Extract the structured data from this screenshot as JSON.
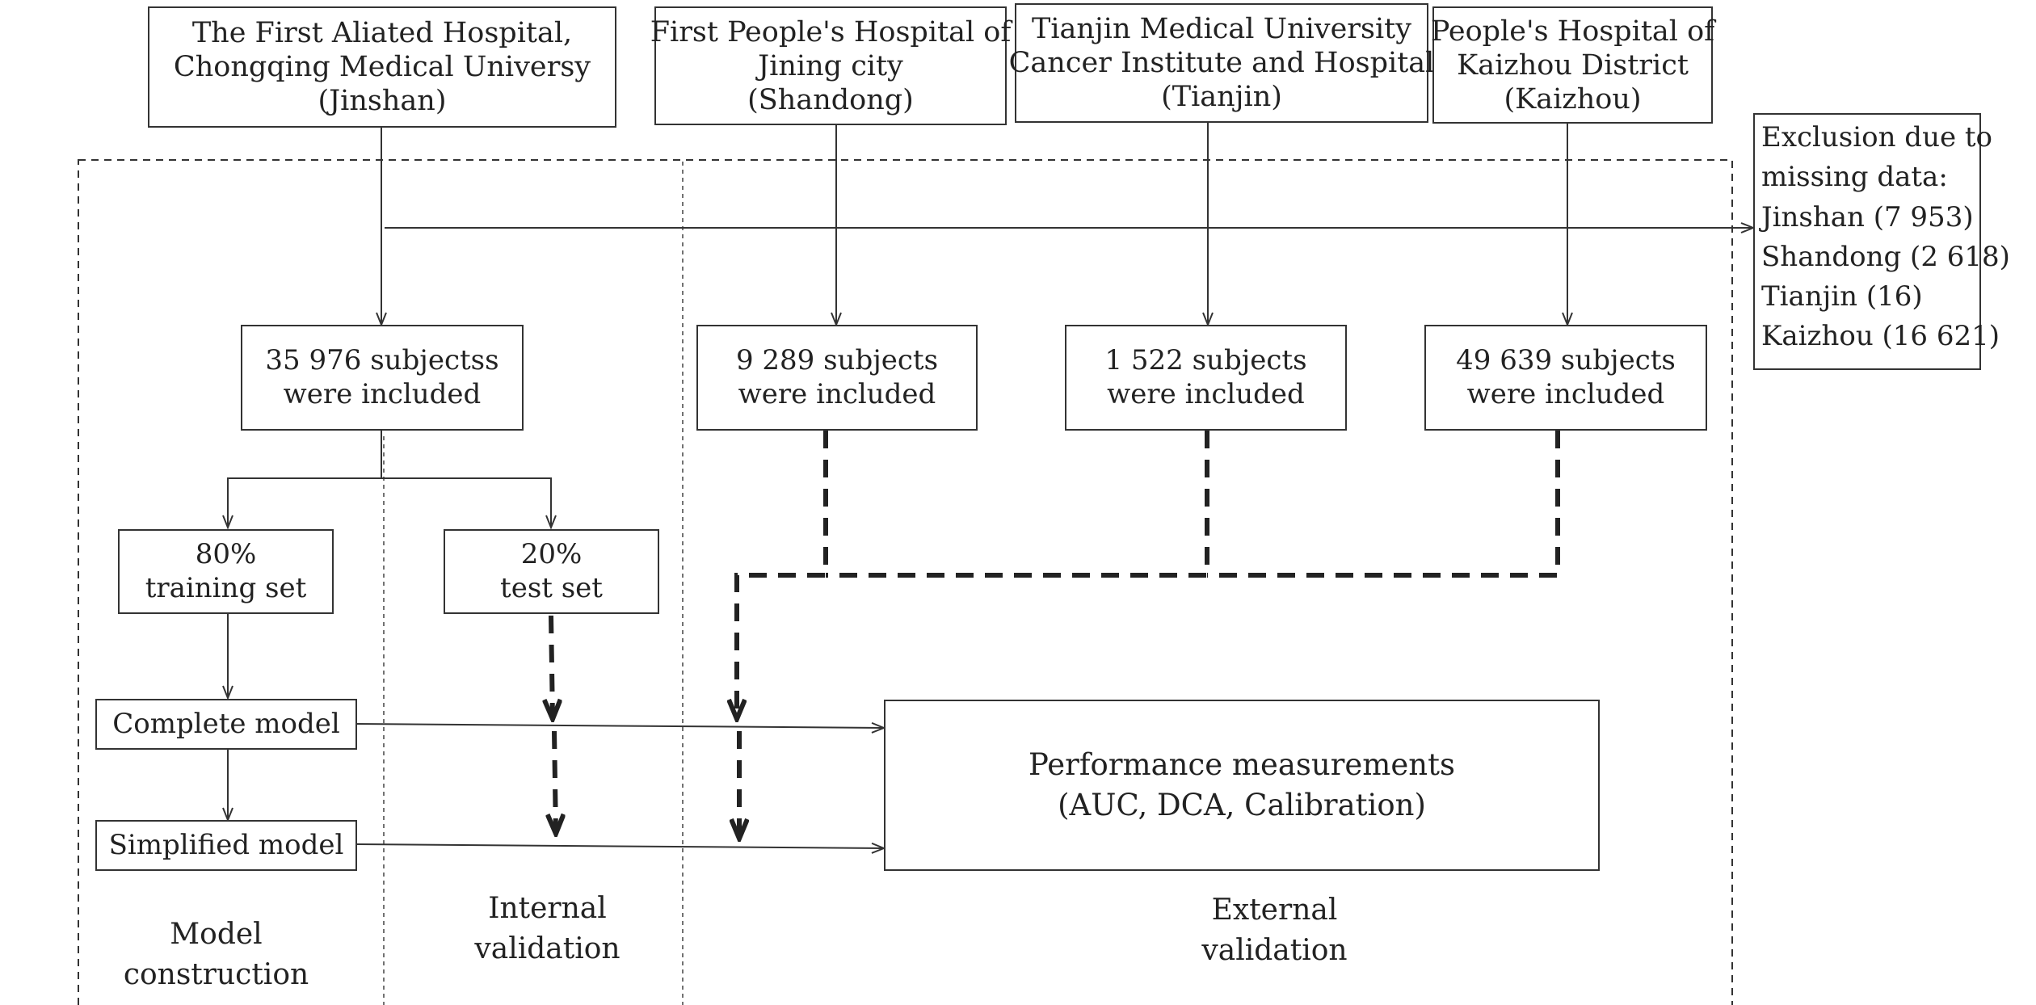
{
  "hospitals": [
    {
      "lines": [
        "The First Aliated Hospital,",
        "Chongqing Medical Universy",
        "(Jinshan)"
      ]
    },
    {
      "lines": [
        "First People's Hospital of",
        "Jining city",
        "(Shandong)"
      ]
    },
    {
      "lines": [
        "Tianjin Medical University",
        "Cancer Institute and Hospital",
        "(Tianjin)"
      ]
    },
    {
      "lines": [
        "People's Hospital of",
        "Kaizhou District",
        "(Kaizhou)"
      ]
    }
  ],
  "exclusion": {
    "lines": [
      "Exclusion due to",
      "missing data:",
      "Jinshan (7 953)",
      "Shandong (2 618)",
      "Tianjin (16)",
      "Kaizhou (16 621)"
    ]
  },
  "included": [
    {
      "lines": [
        "35 976 subjectss",
        "were included"
      ]
    },
    {
      "lines": [
        "9 289 subjects",
        "were included"
      ]
    },
    {
      "lines": [
        "1 522 subjects",
        "were included"
      ]
    },
    {
      "lines": [
        "49 639 subjects",
        "were included"
      ]
    }
  ],
  "training": {
    "lines": [
      "80%",
      "training set"
    ]
  },
  "test": {
    "lines": [
      "20%",
      "test set"
    ]
  },
  "complete_model": "Complete model",
  "simplified_model": "Simplified model",
  "performance": {
    "lines": [
      "Performance measurements",
      "(AUC, DCA, Calibration)"
    ]
  },
  "sections": {
    "model_construction": [
      "Model",
      "construction"
    ],
    "internal_validation": [
      "Internal",
      "validation"
    ],
    "external_validation": [
      "External",
      "validation"
    ]
  }
}
